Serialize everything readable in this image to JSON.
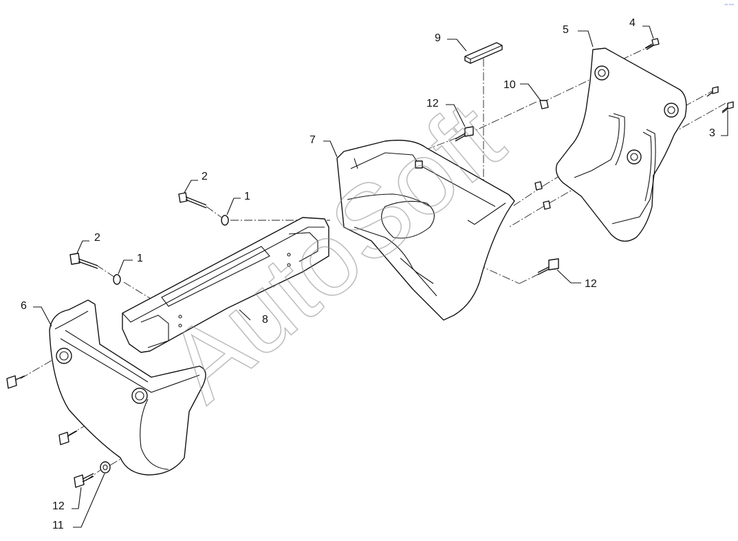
{
  "diagram": {
    "watermark": "AutoSoft",
    "corner_mark": "°° °°°",
    "callouts": [
      {
        "id": "c1a",
        "label": "1"
      },
      {
        "id": "c1b",
        "label": "1"
      },
      {
        "id": "c2a",
        "label": "2"
      },
      {
        "id": "c2b",
        "label": "2"
      },
      {
        "id": "c3",
        "label": "3"
      },
      {
        "id": "c4",
        "label": "4"
      },
      {
        "id": "c5",
        "label": "5"
      },
      {
        "id": "c6",
        "label": "6"
      },
      {
        "id": "c7",
        "label": "7"
      },
      {
        "id": "c8",
        "label": "8"
      },
      {
        "id": "c9",
        "label": "9"
      },
      {
        "id": "c10",
        "label": "10"
      },
      {
        "id": "c11",
        "label": "11"
      },
      {
        "id": "c12a",
        "label": "12"
      },
      {
        "id": "c12b",
        "label": "12"
      },
      {
        "id": "c12c",
        "label": "12"
      }
    ]
  }
}
